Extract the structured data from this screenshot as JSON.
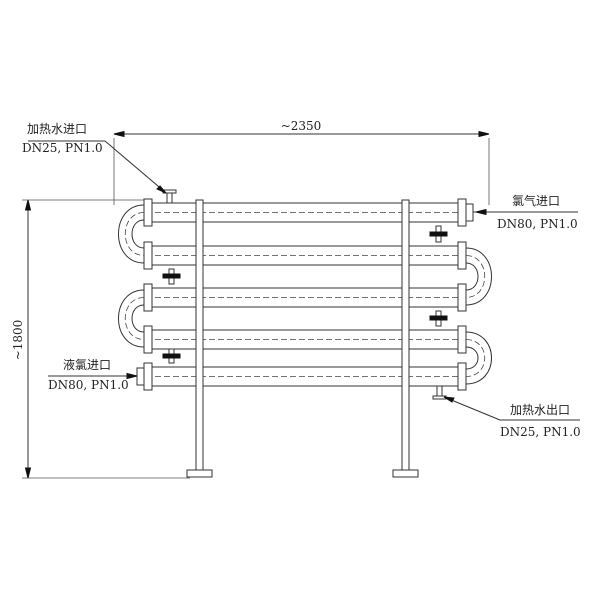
{
  "dimensions": {
    "width_label": "~2350",
    "height_label": "~1800"
  },
  "annotations": {
    "hot_water_inlet": {
      "name": "加热水进口",
      "spec": "DN25, PN1.0"
    },
    "chlorine_gas_inlet": {
      "name": "氯气进口",
      "spec": "DN80, PN1.0"
    },
    "liquid_chlorine_inlet": {
      "name": "液氯进口",
      "spec": "DN80, PN1.0"
    },
    "hot_water_outlet": {
      "name": "加热水出口",
      "spec": "DN25, PN1.0"
    }
  }
}
